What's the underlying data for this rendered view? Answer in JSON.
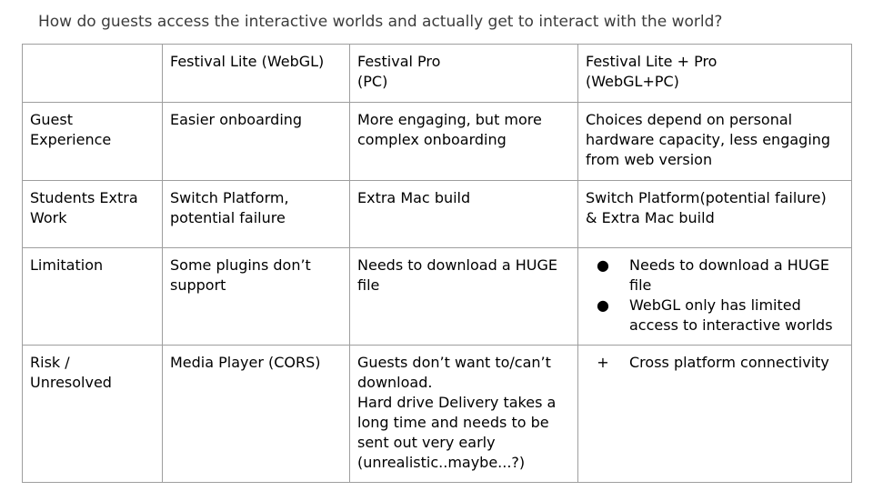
{
  "title": "How do guests access the interactive worlds and actually get to interact with the world?",
  "table": {
    "headers": [
      [
        ""
      ],
      [
        "Festival Lite (WebGL)"
      ],
      [
        "Festival Pro",
        "(PC)"
      ],
      [
        "Festival Lite + Pro",
        "(WebGL+PC)"
      ]
    ],
    "rows": [
      {
        "label": [
          "Guest",
          "Experience"
        ],
        "lite": [
          "Easier onboarding"
        ],
        "pro": [
          "More engaging, but more complex onboarding"
        ],
        "combo": [
          "Choices depend on personal hardware capacity, less engaging from web version"
        ]
      },
      {
        "label": [
          "Students Extra",
          "Work"
        ],
        "lite": [
          "Switch Platform,",
          "potential failure"
        ],
        "pro": [
          "Extra Mac build"
        ],
        "combo": [
          "Switch Platform(potential failure)",
          "& Extra Mac build"
        ]
      },
      {
        "label": [
          "Limitation"
        ],
        "lite": [
          "Some plugins don’t support"
        ],
        "pro": [
          "Needs to download a HUGE file"
        ],
        "combo_bullets": {
          "marker": "●",
          "items": [
            "Needs to download a HUGE file",
            "WebGL only has limited access to interactive worlds"
          ]
        }
      },
      {
        "label": [
          "Risk /",
          "Unresolved"
        ],
        "lite": [
          "Media Player (CORS)"
        ],
        "pro": [
          "Guests don’t want to/can’t download.",
          "Hard drive Delivery takes a long time and needs to be sent out very early (unrealistic..maybe...?)"
        ],
        "combo_bullets": {
          "marker": "+",
          "items": [
            "Cross platform connectivity"
          ]
        }
      }
    ]
  }
}
